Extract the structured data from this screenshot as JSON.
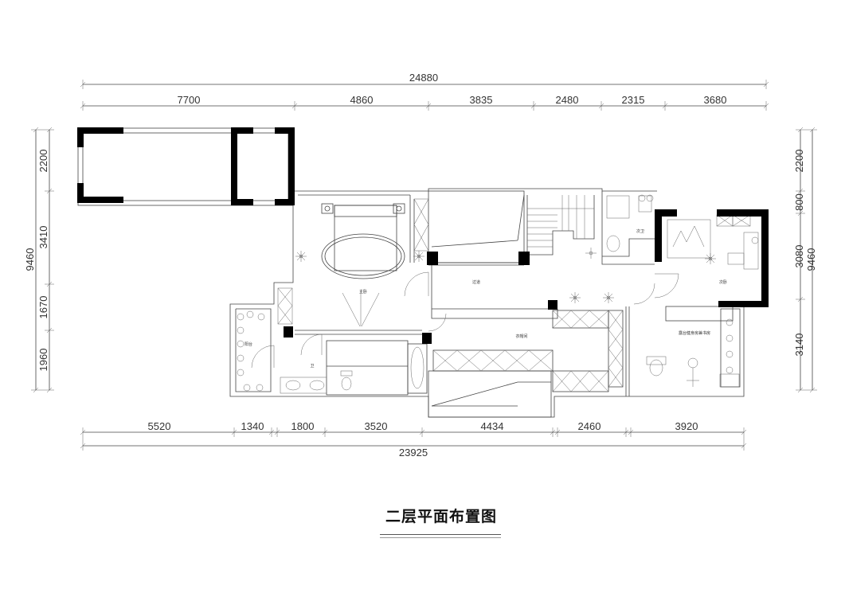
{
  "title": "二层平面布置图",
  "dimensions": {
    "top_total": "24880",
    "top": [
      "7700",
      "4860",
      "3835",
      "2480",
      "2315",
      "3680"
    ],
    "bottom": [
      "5520",
      "1340",
      "1800",
      "3520",
      "4434",
      "2460",
      "3920"
    ],
    "bottom_total": "23925",
    "left_total": "9460",
    "left": [
      "2200",
      "3410",
      "1670",
      "1960"
    ],
    "right_total": "9460",
    "right": [
      "2200",
      "800",
      "3080",
      "3140"
    ]
  },
  "rooms": {
    "master_bedroom": "主卧",
    "corridor": "过道",
    "walk_in_closet": "衣帽间",
    "balcony": "阳台",
    "bedroom": "次卧",
    "bathroom": "卫",
    "toilet": "次卫",
    "gym": "露台健身房兼书房"
  }
}
